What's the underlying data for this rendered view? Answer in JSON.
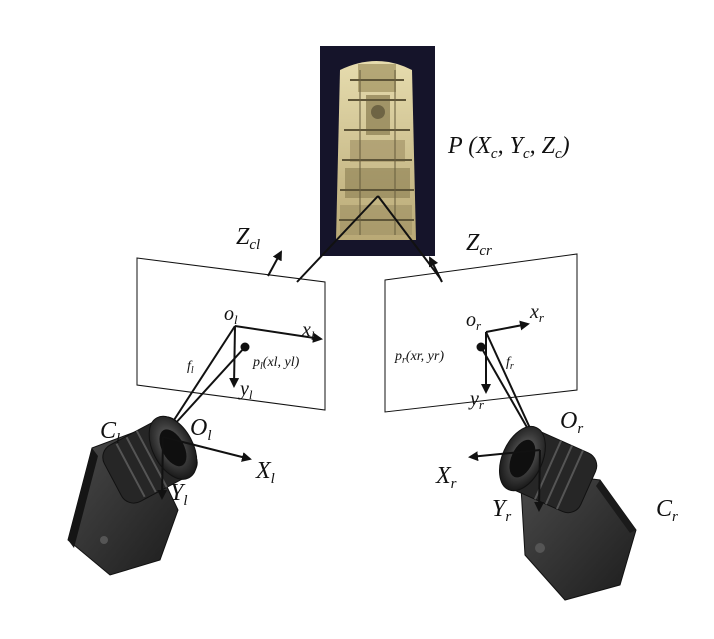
{
  "point": {
    "name": "P",
    "coords_text": "(Xc, Yc, Zc)",
    "parts": {
      "p": "P",
      "x": "X",
      "y": "Y",
      "z": "Z",
      "sub": "c"
    }
  },
  "left": {
    "camera": {
      "base": "C",
      "sub": "l"
    },
    "optical_center": {
      "base": "O",
      "sub": "l"
    },
    "axis_x": {
      "base": "X",
      "sub": "l"
    },
    "axis_y": {
      "base": "Y",
      "sub": "l"
    },
    "axis_z": {
      "base": "Z",
      "sub": "cl"
    },
    "image_origin": {
      "base": "o",
      "sub": "l"
    },
    "image_x": {
      "base": "x",
      "sub": "l"
    },
    "image_y": {
      "base": "y",
      "sub": "l"
    },
    "focal": {
      "base": "f",
      "sub": "l"
    },
    "image_point": {
      "base": "p",
      "sub": "l",
      "coords": "(xl, yl)"
    }
  },
  "right": {
    "camera": {
      "base": "C",
      "sub": "r"
    },
    "optical_center": {
      "base": "O",
      "sub": "r"
    },
    "axis_x": {
      "base": "X",
      "sub": "r"
    },
    "axis_y": {
      "base": "Y",
      "sub": "r"
    },
    "axis_z": {
      "base": "Z",
      "sub": "cr"
    },
    "image_origin": {
      "base": "o",
      "sub": "r"
    },
    "image_x": {
      "base": "x",
      "sub": "r"
    },
    "image_y": {
      "base": "y",
      "sub": "r"
    },
    "focal": {
      "base": "f",
      "sub": "r"
    },
    "image_point": {
      "base": "p",
      "sub": "r",
      "coords": "(xr, yr)"
    }
  },
  "colors": {
    "line": "#111111",
    "photo_bg": "#15142a",
    "statue": "#d9cfa0",
    "camera_body": "#2b2b2b"
  }
}
